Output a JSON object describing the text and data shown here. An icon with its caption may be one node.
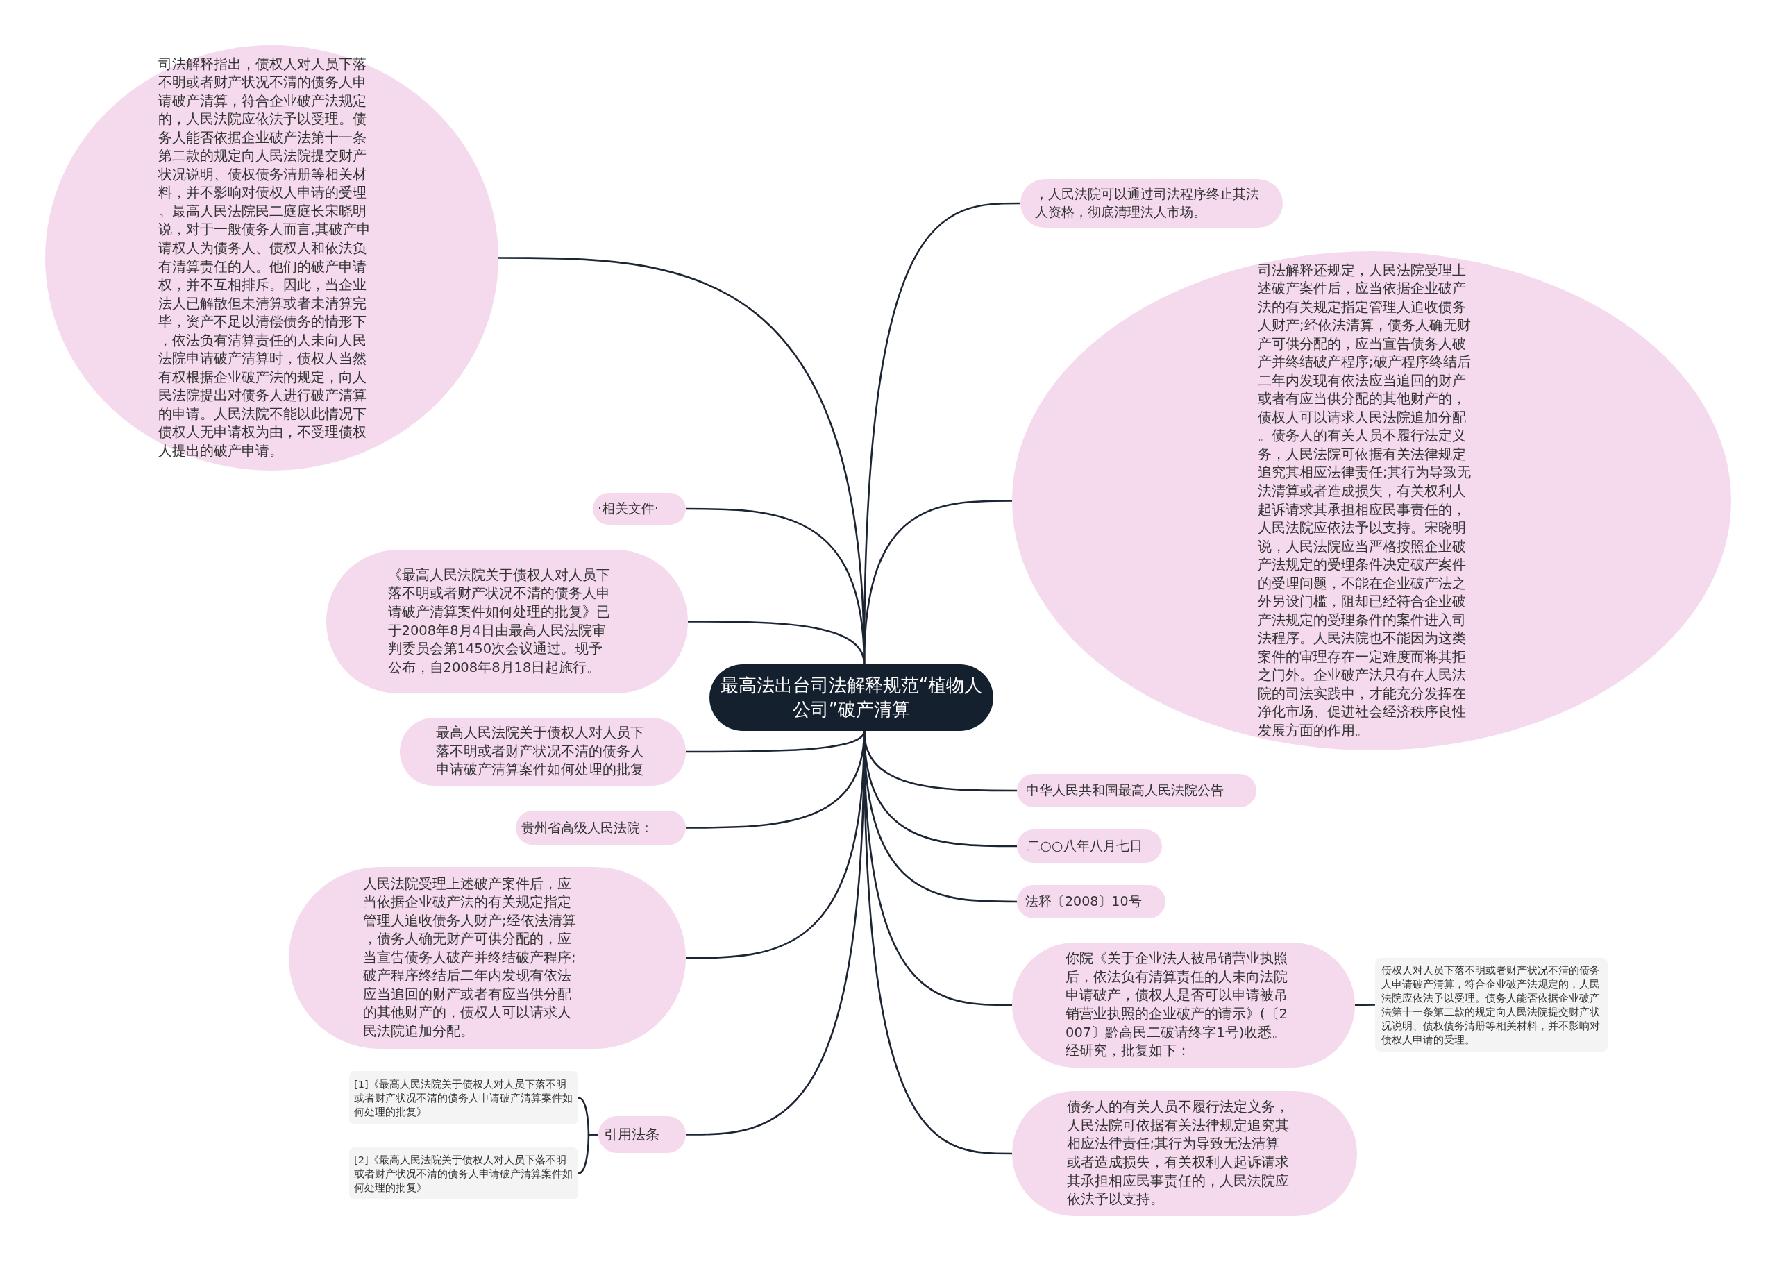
{
  "diagram": {
    "nodes": [
      {
        "text": [
          "最高法出台司法解释规范“植物人公司”破产清算"
        ]
      },
      {
        "text": [
          "司法解释指出，债权人对人员下落不明或者财产状况不清的债务人申请破产清算，符合企业破产法规定的，人民法院应依法予以受理。债务人能否依据企业破产法第十一条第二款的规定向人民法院提交财产状况说明、债权债务清册等相关材料，并不影响对债权人申请的受理。最高人民法院民二庭庭长宋晓明说，对于一般债务人而言,其破产申请权人为债务人、债权人和依法负有清算责任的人。他们的破产申请权，并不互相排斥。因此，当企业法人已解散但未清算或者未清算完毕，资产不足以清偿债务的情形下，依法负有清算责任的人未向人民法院申请破产清算时，债权人当然有权根据企业破产法的规定，向人民法院提出对债务人进行破产清算的申请。人民法院不能以此情况下债权人无申请权为由，不受理债权人提出的破产申请。"
        ]
      },
      {
        "text": [
          "·相关文件·"
        ]
      },
      {
        "text": [
          "《最高人民法院关于债权人对人员下落不明或者财产状况不清的债务人申请破产清算案件如何处理的批复》已于2008年8月4日由最高人民法院审判委员会第1450次会议通过。现予公布，自2008年8月18日起施行。"
        ]
      },
      {
        "text": [
          "最高人民法院关于债权人对人员下落不明或者财产状况不清的债务人申请破产清算案件如何处理的批复"
        ]
      },
      {
        "text": [
          "贵州省高级人民法院："
        ]
      },
      {
        "text": [
          "人民法院受理上述破产案件后，应当依据企业破产法的有关规定指定管理人追收债务人财产;经依法清算，债务人确无财产可供分配的，应当宣告债务人破产并终结破产程序;破产程序终结后二年内发现有依法应当追回的财产或者有应当供分配的其他财产的，债权人可以请求人民法院追加分配。"
        ]
      },
      {
        "text": [
          "引用法条"
        ]
      },
      {
        "text": [
          "[1]《最高人民法院关于债权人对人员下落不明或者财产状况不清的债务人申请破产清算案件如何处理的批复》"
        ]
      },
      {
        "text": [
          "[2]《最高人民法院关于债权人对人员下落不明或者财产状况不清的债务人申请破产清算案件如何处理的批复》"
        ]
      },
      {
        "text": [
          "，人民法院可以通过司法程序终止其法人资格，彻底清理法人市场。"
        ]
      },
      {
        "text": [
          "司法解释还规定，人民法院受理上述破产案件后，应当依据企业破产法的有关规定指定管理人追收债务人财产;经依法清算，债务人确无财产可供分配的，应当宣告债务人破产并终结破产程序;破产程序终结后二年内发现有依法应当追回的财产或者有应当供分配的其他财产的，债权人可以请求人民法院追加分配。债务人的有关人员不履行法定义务，人民法院可依据有关法律规定追究其相应法律责任;其行为导致无法清算或者造成损失，有关权利人起诉请求其承担相应民事责任的，人民法院应依法予以支持。宋晓明说，人民法院应当严格按照企业破产法规定的受理条件决定破产案件的受理问题，不能在企业破产法之外另设门槛，阻却已经符合企业破产法规定的受理条件的案件进入司法程序。人民法院也不能因为这类案件的审理存在一定难度而将其拒之门外。企业破产法只有在人民法院的司法实践中，才能充分发挥在净化市场、促进社会经济秩序良性发展方面的作用。"
        ]
      },
      {
        "text": [
          "中华人民共和国最高人民法院公告"
        ]
      },
      {
        "text": [
          "二○○八年八月七日"
        ]
      },
      {
        "text": [
          "法释〔2008〕10号"
        ]
      },
      {
        "text": [
          "你院《关于企业法人被吊销营业执照后，依法负有清算责任的人未向法院申请破产，债权人是否可以申请被吊销营业执照的企业破产的请示》(〔2007〕黔高民二破请终字1号)收悉。经研究，批复如下："
        ]
      },
      {
        "text": [
          "债权人对人员下落不明或者财产状况不清的债务人申请破产清算，符合企业破产法规定的，人民法院应依法予以受理。债务人能否依据企业破产法第十一条第二款的规定向人民法院提交财产状况说明、债权债务清册等相关材料，并不影响对债权人申请的受理。"
        ]
      },
      {
        "text": [
          "债务人的有关人员不履行法定义务，人民法院可依据有关法律规定追究其相应法律责任;其行为导致无法清算或者造成损失，有关权利人起诉请求其承担相应民事责任的，人民法院应依法予以支持。"
        ]
      }
    ],
    "edges": [
      {
        "from": 0,
        "to": 1,
        "arrow": "none"
      },
      {
        "from": 0,
        "to": 2,
        "arrow": "none"
      },
      {
        "from": 0,
        "to": 3,
        "arrow": "none"
      },
      {
        "from": 0,
        "to": 4,
        "arrow": "none"
      },
      {
        "from": 0,
        "to": 5,
        "arrow": "none"
      },
      {
        "from": 0,
        "to": 6,
        "arrow": "none"
      },
      {
        "from": 0,
        "to": 7,
        "arrow": "none"
      },
      {
        "from": 7,
        "to": 8,
        "arrow": "none"
      },
      {
        "from": 7,
        "to": 9,
        "arrow": "none"
      },
      {
        "from": 0,
        "to": 10,
        "arrow": "none"
      },
      {
        "from": 0,
        "to": 11,
        "arrow": "none"
      },
      {
        "from": 0,
        "to": 12,
        "arrow": "none"
      },
      {
        "from": 0,
        "to": 13,
        "arrow": "none"
      },
      {
        "from": 0,
        "to": 14,
        "arrow": "none"
      },
      {
        "from": 0,
        "to": 15,
        "arrow": "none"
      },
      {
        "from": 15,
        "to": 16,
        "arrow": "none"
      },
      {
        "from": 0,
        "to": 17,
        "arrow": "none"
      }
    ]
  }
}
